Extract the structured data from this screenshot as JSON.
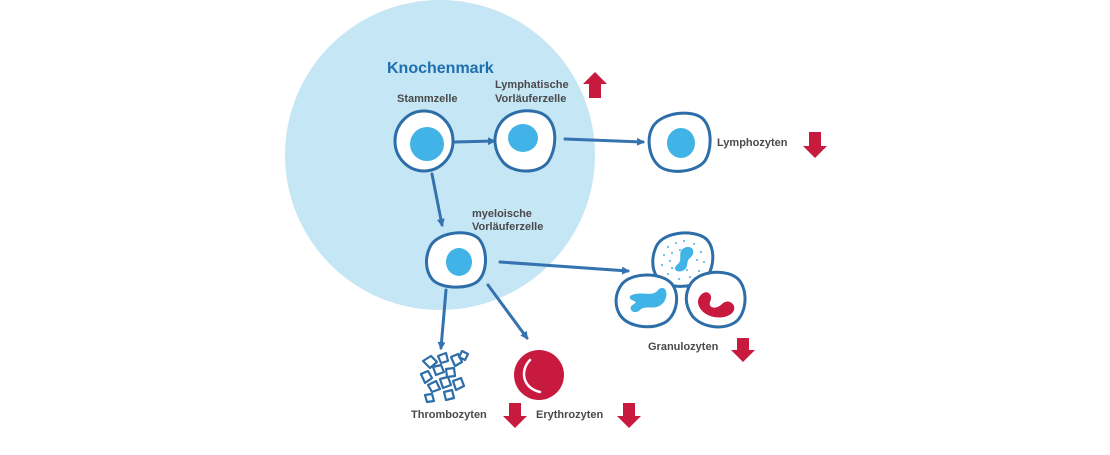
{
  "title": "Knochenmark",
  "labels": {
    "stem": "Stammzelle",
    "lymph_prog_1": "Lymphatische",
    "lymph_prog_2": "Vorläuferzelle",
    "myelo_prog_1": "myeloische",
    "myelo_prog_2": "Vorläuferzelle",
    "lymphocytes": "Lymphozyten",
    "granulocytes": "Granulozyten",
    "thrombocytes": "Thrombozyten",
    "erythrocytes": "Erythrozyten"
  },
  "trends": {
    "lymphatic_progenitor": "up",
    "lymphocytes": "down",
    "granulocytes": "down",
    "thrombocytes": "down",
    "erythrocytes": "down"
  },
  "colors": {
    "marrow": "#c5e6f5",
    "cell_outline": "#2d6ea8",
    "nucleus": "#42b3e6",
    "arrow": "#3473b0",
    "trend_arrow": "#c8193f",
    "title": "#1f6fae",
    "label": "#4a4a4a"
  }
}
